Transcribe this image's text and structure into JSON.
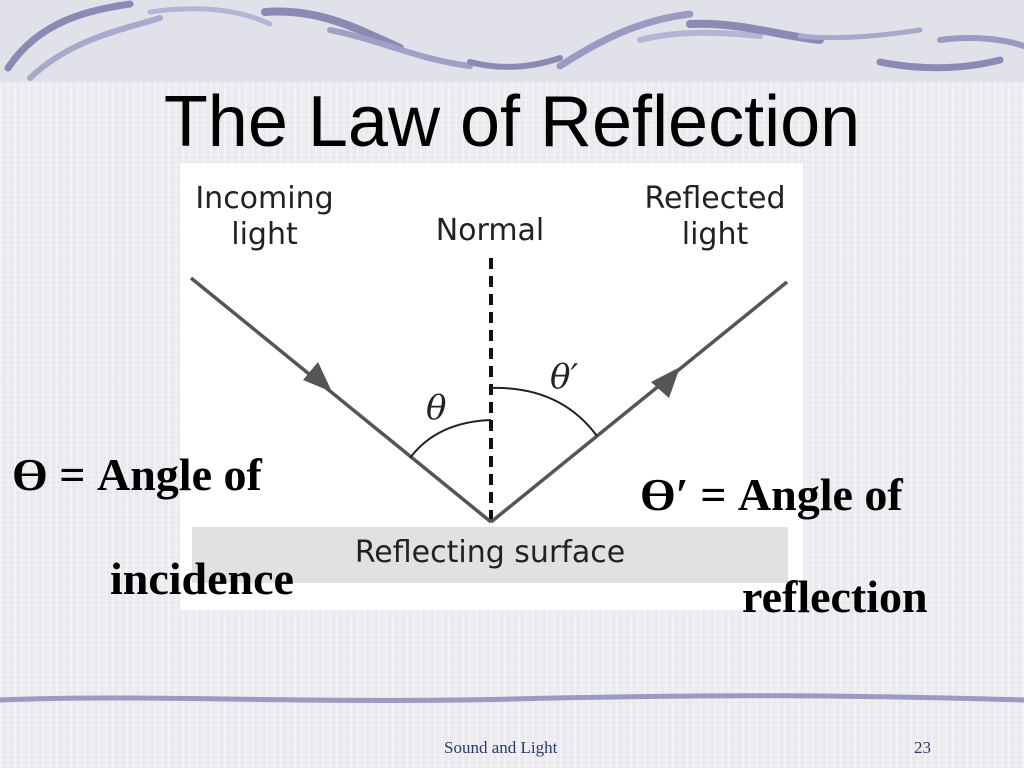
{
  "slide": {
    "title": "The Law of Reflection",
    "footer_text": "Sound and Light",
    "page_number": "23"
  },
  "diagram": {
    "incoming_label_line1": "Incoming",
    "incoming_label_line2": "light",
    "normal_label": "Normal",
    "reflected_label_line1": "Reflected",
    "reflected_label_line2": "light",
    "surface_label": "Reflecting surface",
    "theta_label": "θ",
    "theta_prime_label": "θ′"
  },
  "captions": {
    "incidence_line1": "ϴ = Angle of",
    "incidence_line2": "incidence",
    "reflection_line1": "ϴ′ = Angle of",
    "reflection_line2": "reflection"
  },
  "colors": {
    "ray": "#555555",
    "text": "#000000",
    "accent_wave": "#8a8ab4"
  }
}
